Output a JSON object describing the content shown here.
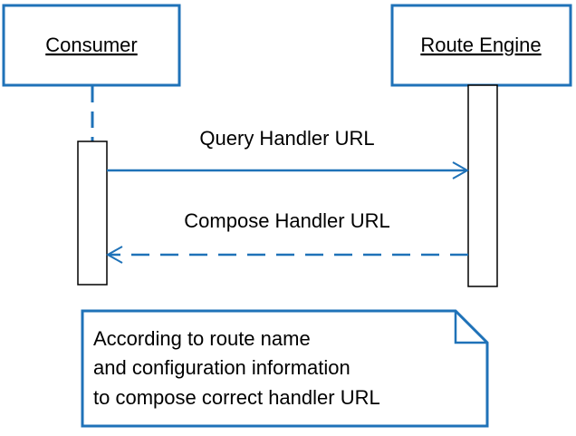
{
  "participants": {
    "consumer": {
      "label": "Consumer"
    },
    "route_engine": {
      "label": "Route Engine"
    }
  },
  "messages": {
    "query": {
      "label": "Query Handler URL",
      "style": "solid"
    },
    "compose": {
      "label": "Compose Handler URL",
      "style": "dashed-return"
    }
  },
  "note": {
    "lines": [
      "According to route name",
      "and configuration information",
      "to compose correct handler URL"
    ]
  },
  "colors": {
    "stroke": "#1f72b8",
    "activation_stroke": "#000000",
    "text": "#000000",
    "background": "#ffffff"
  }
}
